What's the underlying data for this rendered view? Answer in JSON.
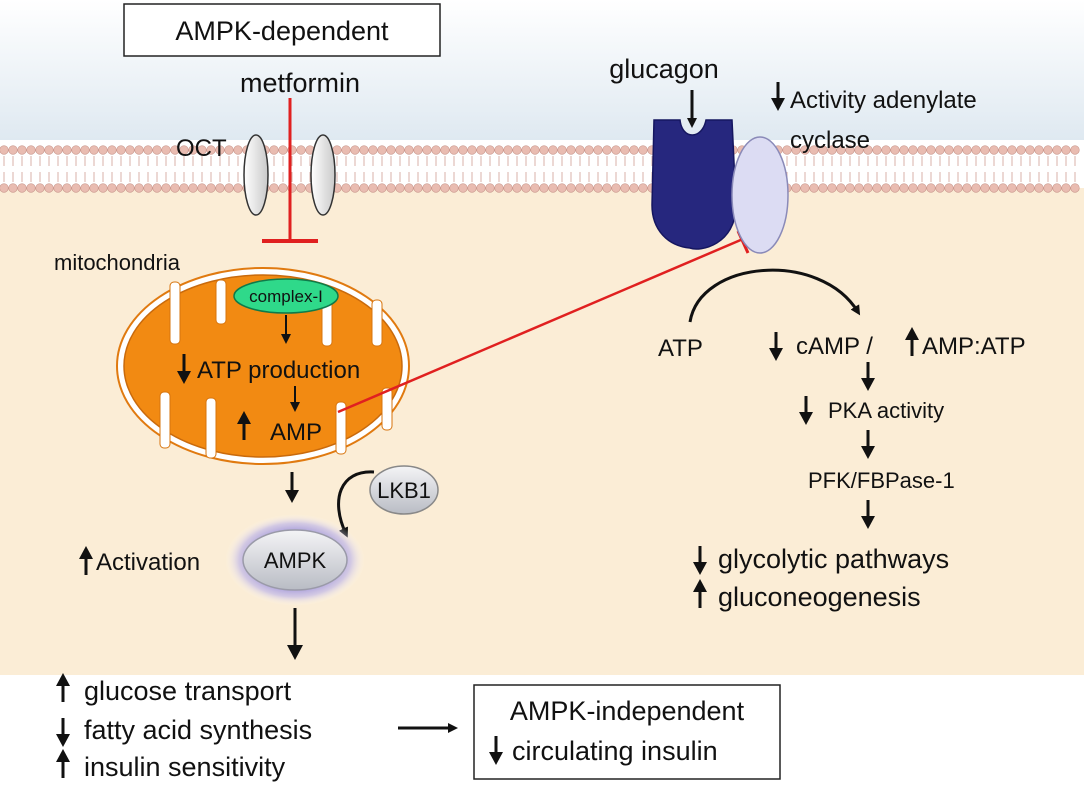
{
  "header_box": "AMPK-dependent",
  "drug": "metformin",
  "transporter": "OCT",
  "organelle": "mitochondria",
  "complex": "complex-I",
  "atp_production": "ATP production",
  "amp": "AMP",
  "kinase": "LKB1",
  "ampk": "AMPK",
  "activation": "Activation",
  "left_outcomes": [
    "glucose transport",
    "fatty acid synthesis",
    "insulin sensitivity"
  ],
  "independent_box": {
    "title": "AMPK-independent",
    "line": "circulating insulin"
  },
  "hormone": "glucagon",
  "adenylate": [
    "Activity adenylate",
    "cyclase"
  ],
  "atp": "ATP",
  "camp": "cAMP /",
  "amp_atp": "AMP:ATP",
  "pka": "PKA activity",
  "pfk": "PFK/FBPase-1",
  "right_outcomes": [
    "glycolytic pathways",
    "gluconeogenesis"
  ],
  "colors": {
    "cytoplasm": "#fbedd6",
    "membrane": "#e9bcb1",
    "mitochondria": "#f28a12",
    "complex_i": "#2fd98a",
    "receptor": "#26277e",
    "cyclase": "#dcdcf3",
    "inhibition": "#e02020",
    "ampk_glow": "#8a7fd6"
  },
  "icons": [
    "up-arrow-icon",
    "down-arrow-icon",
    "inhibition-bar-icon"
  ]
}
